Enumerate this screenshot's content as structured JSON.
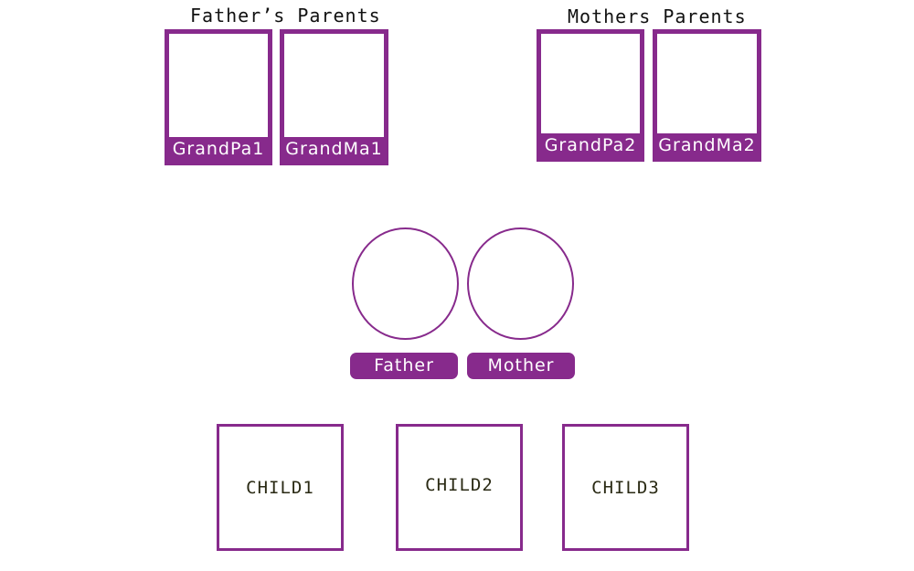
{
  "colors": {
    "accent": "#872a8c"
  },
  "headings": {
    "fathers_parents": "Father’s Parents",
    "mothers_parents": "Mothers Parents"
  },
  "grandparents": [
    {
      "label": "GrandPa1"
    },
    {
      "label": "GrandMa1"
    },
    {
      "label": "GrandPa2"
    },
    {
      "label": "GrandMa2"
    }
  ],
  "parents": [
    {
      "label": "Father"
    },
    {
      "label": "Mother"
    }
  ],
  "children": [
    {
      "label": "CHILD1"
    },
    {
      "label": "CHILD2"
    },
    {
      "label": "CHILD3"
    }
  ]
}
